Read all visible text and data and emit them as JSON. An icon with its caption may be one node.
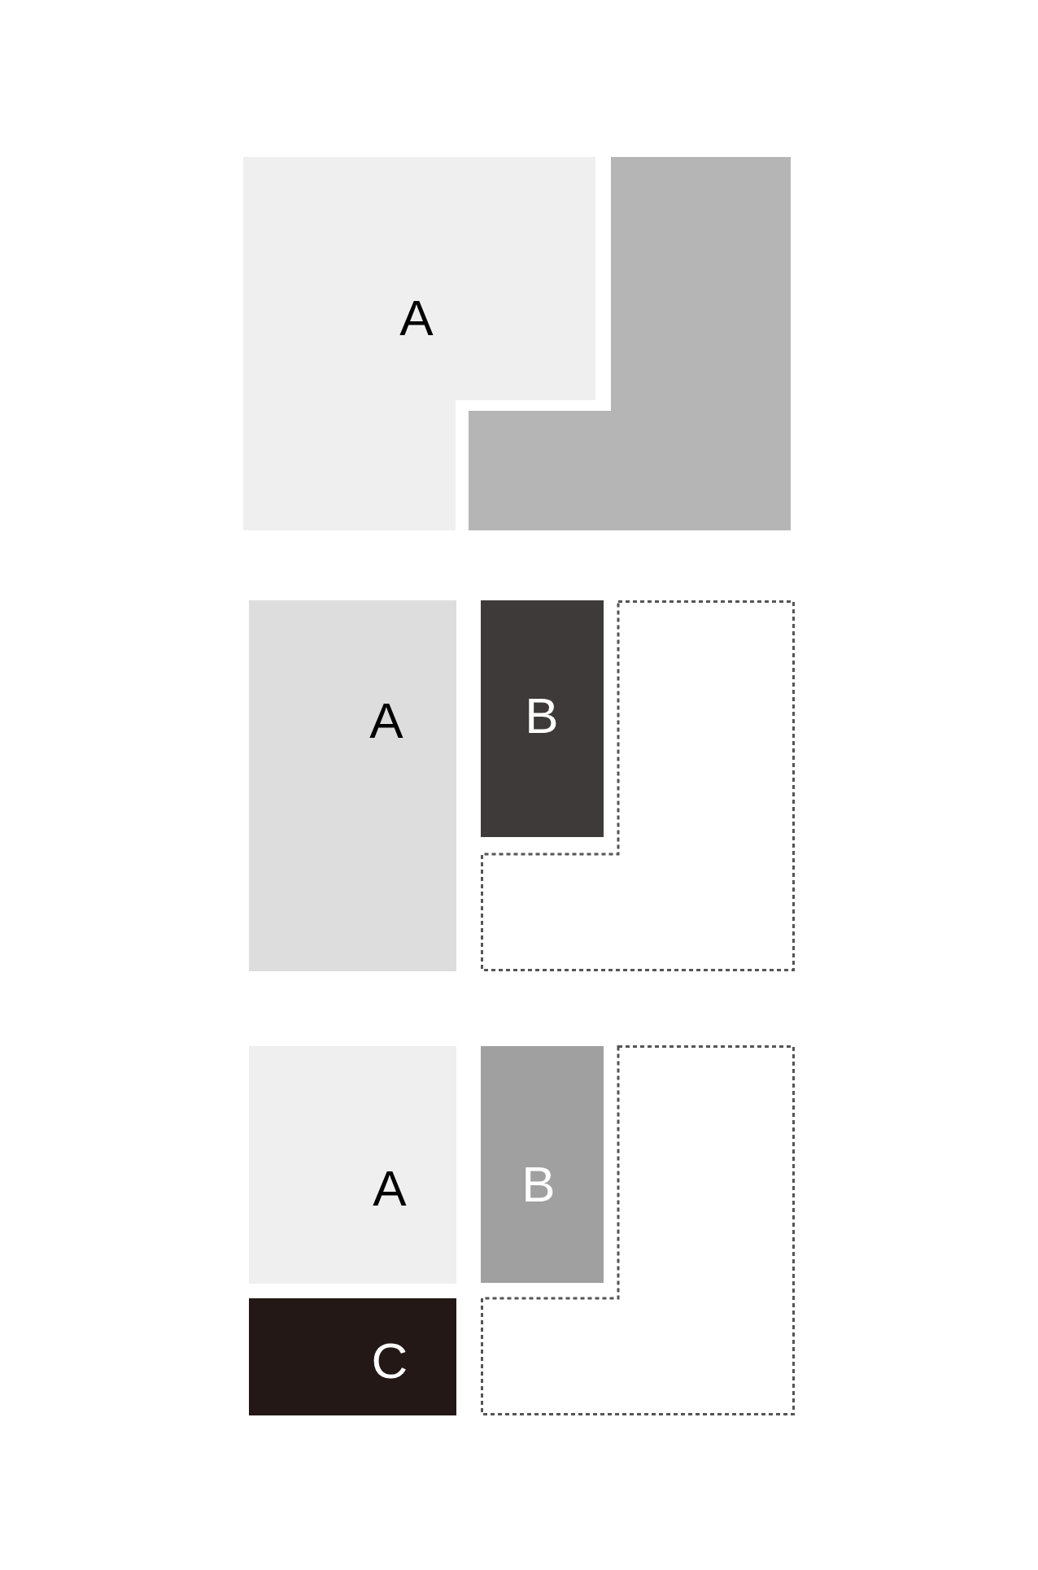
{
  "diagram": {
    "nodes": [
      {
        "text": [
          "A"
        ]
      },
      {
        "text": [],
        "shape": "box"
      },
      {
        "text": [
          "A"
        ]
      },
      {
        "text": [
          "B"
        ]
      },
      {
        "text": [],
        "shape": "box"
      },
      {
        "text": [
          "A"
        ]
      },
      {
        "text": [
          "B"
        ]
      },
      {
        "text": [],
        "shape": "box"
      },
      {
        "text": [
          "C"
        ]
      }
    ]
  }
}
